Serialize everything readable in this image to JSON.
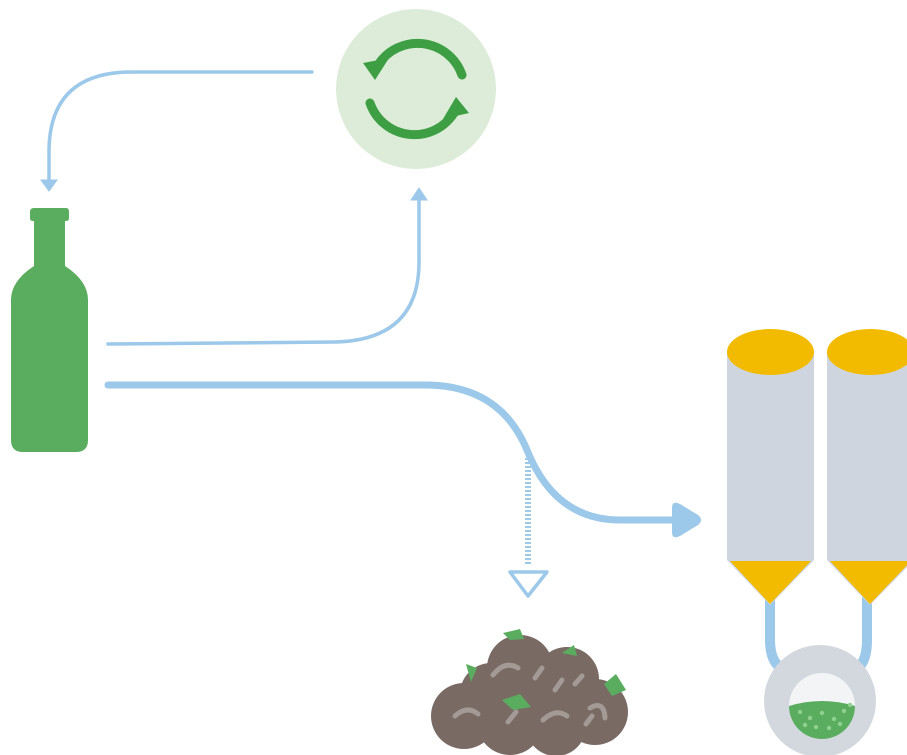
{
  "diagram": {
    "nodes": [
      {
        "id": "bottle",
        "icon": "green-glass-bottle-icon"
      },
      {
        "id": "recycle",
        "icon": "recycle-arrows-icon"
      },
      {
        "id": "landfill",
        "icon": "garbage-pile-icon"
      },
      {
        "id": "silos",
        "icon": "storage-silos-icon"
      },
      {
        "id": "output",
        "icon": "green-granules-bowl-icon"
      }
    ],
    "flows": [
      {
        "from": "recycle",
        "to": "bottle",
        "style": "thin"
      },
      {
        "from": "bottle",
        "to": "recycle",
        "style": "thin"
      },
      {
        "from": "bottle",
        "to": "silos",
        "style": "thick"
      },
      {
        "from": "bottle",
        "to": "landfill",
        "style": "dotted"
      },
      {
        "from": "silos",
        "to": "output",
        "style": "pipe"
      }
    ]
  },
  "colors": {
    "flow": "#9cc8e9",
    "bottle": "#5aad5f",
    "recycle_bg": "#dcecd9",
    "recycle_arrows": "#3e9e43",
    "silo_body": "#ced5de",
    "silo_cap": "#f2bb00",
    "bowl_rim": "#d3d8de",
    "bowl_inner": "#f2f4f6",
    "granules": "#5aad5f",
    "garbage": "#7a6a64",
    "garbage_marks": "#a39a96",
    "leaf": "#5aad5f"
  }
}
